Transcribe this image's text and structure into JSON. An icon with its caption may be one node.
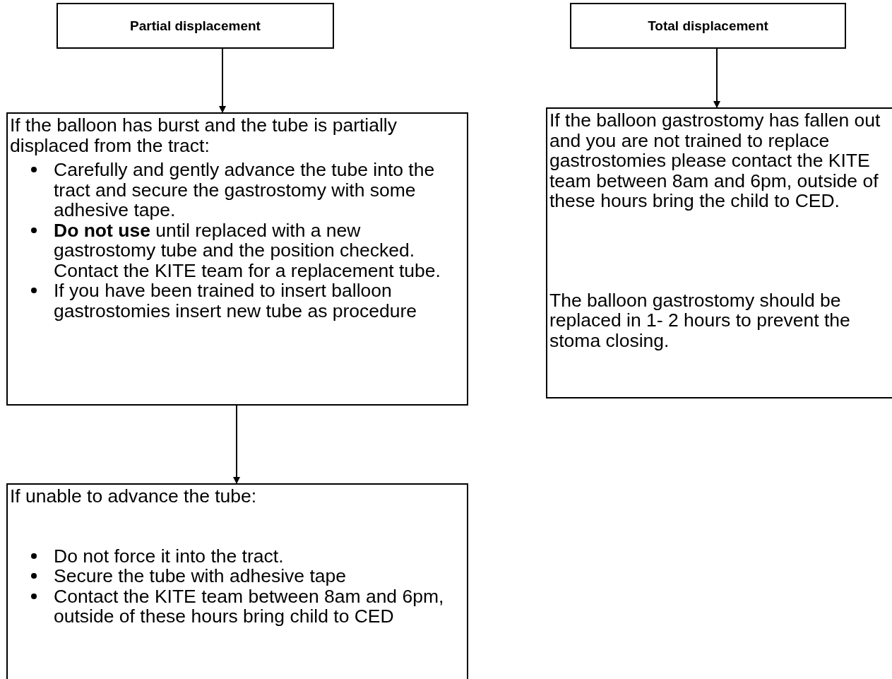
{
  "diagram": {
    "nodes": [
      {
        "text": [
          "Partial displacement"
        ]
      },
      {
        "text": [
          "Total displacement"
        ]
      },
      {
        "text": [
          "If the balloon has burst and the tube is partially displaced from the tract:",
          "Carefully and gently advance the tube into the tract and secure the gastrostomy with some adhesive tape.",
          "**Do not use** until replaced with a new gastrostomy tube and the position checked. Contact the KITE team for a replacement tube.",
          "If you have been trained to insert balloon gastrostomies insert new tube as procedure"
        ]
      },
      {
        "text": [
          "If the balloon gastrostomy has fallen out and you are not trained to replace gastrostomies please contact the KITE team between 8am and 6pm, outside of these hours bring the child to CED.",
          "The balloon gastrostomy should be replaced in 1- 2 hours to prevent the stoma closing."
        ]
      },
      {
        "text": [
          "If unable to advance the tube:",
          "Do not force it into the tract.",
          "Secure the tube with adhesive tape",
          "Contact the KITE team between 8am and 6pm, outside of these hours bring child to CED"
        ]
      }
    ],
    "edges": [
      {
        "from": 0,
        "to": 2,
        "arrow": "to"
      },
      {
        "from": 1,
        "to": 3,
        "arrow": "to"
      },
      {
        "from": 2,
        "to": 4,
        "arrow": "to"
      }
    ]
  }
}
